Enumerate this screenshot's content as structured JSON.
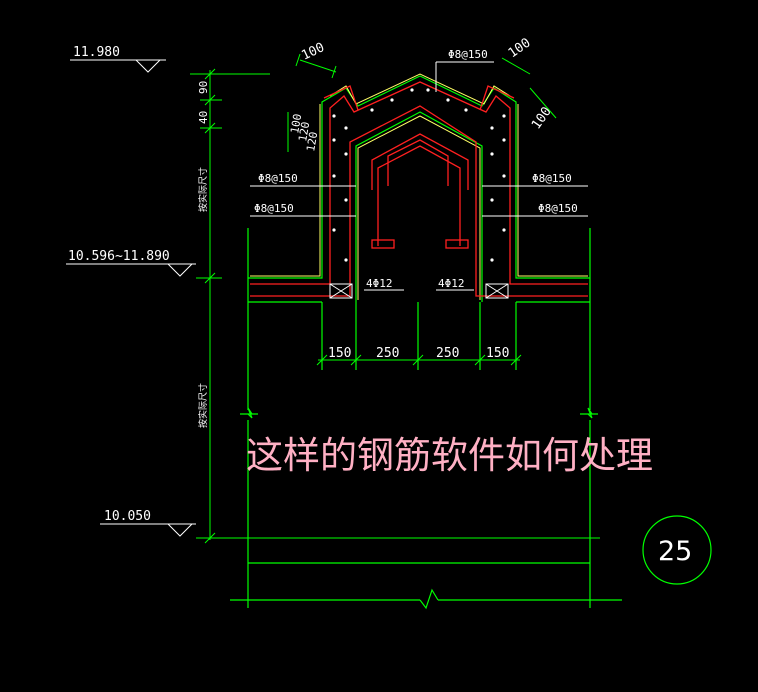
{
  "elevations": {
    "top": "11.980",
    "middle": "10.596~11.890",
    "bottom": "10.050"
  },
  "left_dimensions": {
    "d40": "40",
    "d90": "90",
    "zone_upper": "按实际尺寸",
    "zone_lower": "按实际尺寸"
  },
  "roof_dimensions": {
    "left_thickness": "100",
    "right_thickness_top": "100",
    "right_thickness_side": "100",
    "small_a": "100",
    "small_b": "120",
    "small_c": "120"
  },
  "rebar_labels": {
    "ridge": "Φ8@150",
    "left_upper": "Φ8@150",
    "left_lower": "Φ8@150",
    "right_upper": "Φ8@150",
    "right_lower": "Φ8@150",
    "left_bottom": "4Φ12",
    "right_bottom": "4Φ12"
  },
  "bottom_dimensions": [
    "150",
    "250",
    "250",
    "150"
  ],
  "caption": "这样的钢筋软件如何处理",
  "detail_number": "25",
  "colors": {
    "green": "#00ff00",
    "white": "#ffffff",
    "red": "#ff2020",
    "yellow": "#ffff66",
    "caption": "#ffb0c4"
  }
}
